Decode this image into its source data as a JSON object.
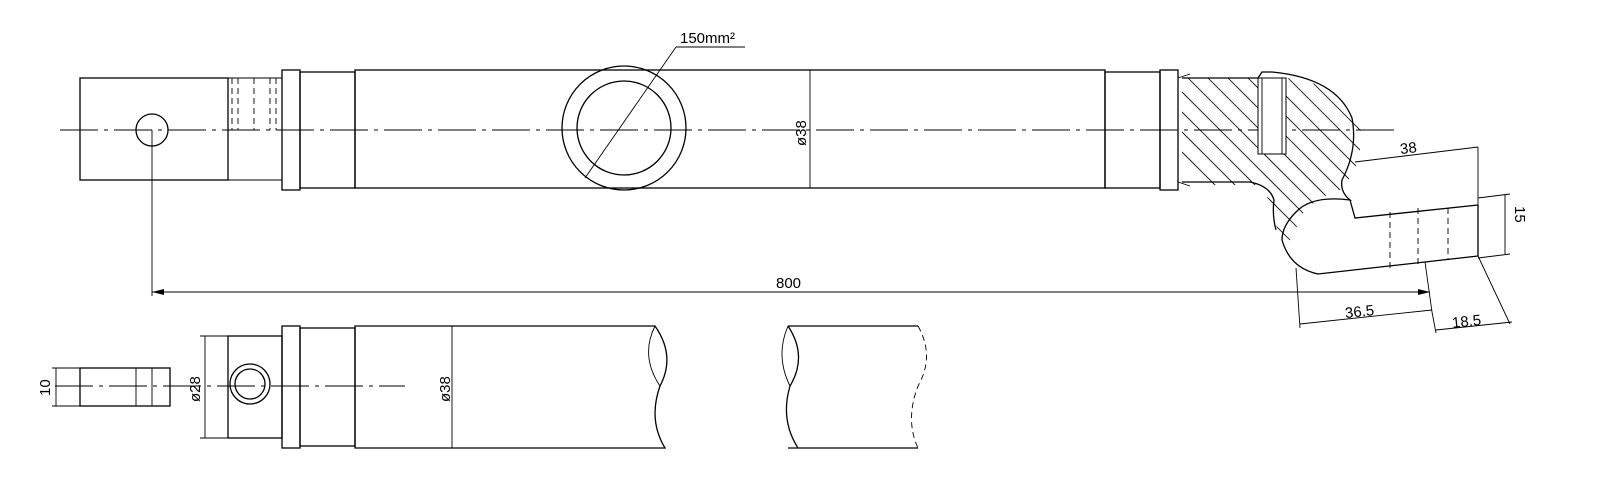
{
  "dimensions": {
    "area": "150mm²",
    "dia_main": "ø38",
    "length_total": "800",
    "elbow_width": "38",
    "elbow_height": "15",
    "elbow_offset": "36.5",
    "elbow_end": "18.5",
    "dia_small": "ø28",
    "width_small": "10",
    "dia_lower": "ø38"
  }
}
